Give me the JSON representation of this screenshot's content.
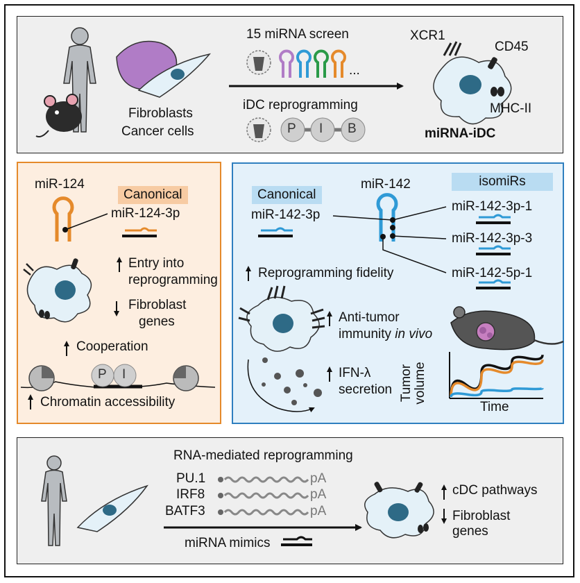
{
  "top": {
    "screen_label": "15 miRNA screen",
    "screen_ellipsis": "...",
    "source_cells": [
      "Fibroblasts",
      "Cancer cells"
    ],
    "method_label": "iDC reprogramming",
    "tf_letters": [
      "P",
      "I",
      "B"
    ],
    "markers": [
      "XCR1",
      "CD45",
      "MHC-II"
    ],
    "result_label": "miRNA-iDC"
  },
  "orange": {
    "mirna": "miR-124",
    "canonical_tag": "Canonical",
    "strand": "miR-124-3p",
    "effects": [
      "Entry into",
      "reprogramming",
      "Fibroblast",
      "genes"
    ],
    "cooperation": "Cooperation",
    "nucleosome_letters": [
      "P",
      "I"
    ],
    "chromatin": "Chromatin accessibility"
  },
  "blue": {
    "mirna": "miR-142",
    "canonical_tag": "Canonical",
    "strand": "miR-142-3p",
    "isomirs_tag": "isomiRs",
    "isomirs": [
      "miR-142-3p-1",
      "miR-142-3p-3",
      "miR-142-5p-1"
    ],
    "fidelity": "Reprogramming fidelity",
    "immunity_line1": "Anti-tumor",
    "immunity_line2a": "immunity ",
    "immunity_line2b": "in vivo",
    "ifn_line1": "IFN-λ",
    "ifn_line2": "secretion",
    "plot_ylabel": "Tumor volume",
    "plot_xlabel": "Time"
  },
  "bottom": {
    "title": "RNA-mediated reprogramming",
    "tfs": [
      "PU.1",
      "IRF8",
      "BATF3"
    ],
    "polyA": "pA",
    "mimics": "miRNA mimics",
    "effects": [
      "cDC pathways",
      "Fibroblast",
      "genes"
    ]
  },
  "colors": {
    "orange": "#e58a2b",
    "blue": "#2f9ad6",
    "purple": "#b07cc6",
    "green": "#2a9a48",
    "dark": "#1a1a1a",
    "cell_fill": "#e4f1f8",
    "nucleus": "#2e6a86"
  },
  "chart_data": {
    "type": "line",
    "title": "",
    "xlabel": "Time",
    "ylabel": "Tumor volume",
    "series": [
      {
        "color": "#111111",
        "values": [
          0,
          0.55,
          0.8,
          0.95
        ]
      },
      {
        "color": "#e58a2b",
        "values": [
          0,
          0.47,
          0.7,
          0.84
        ]
      },
      {
        "color": "#2f9ad6",
        "values": [
          0,
          0.12,
          0.17,
          0.2
        ]
      }
    ]
  }
}
